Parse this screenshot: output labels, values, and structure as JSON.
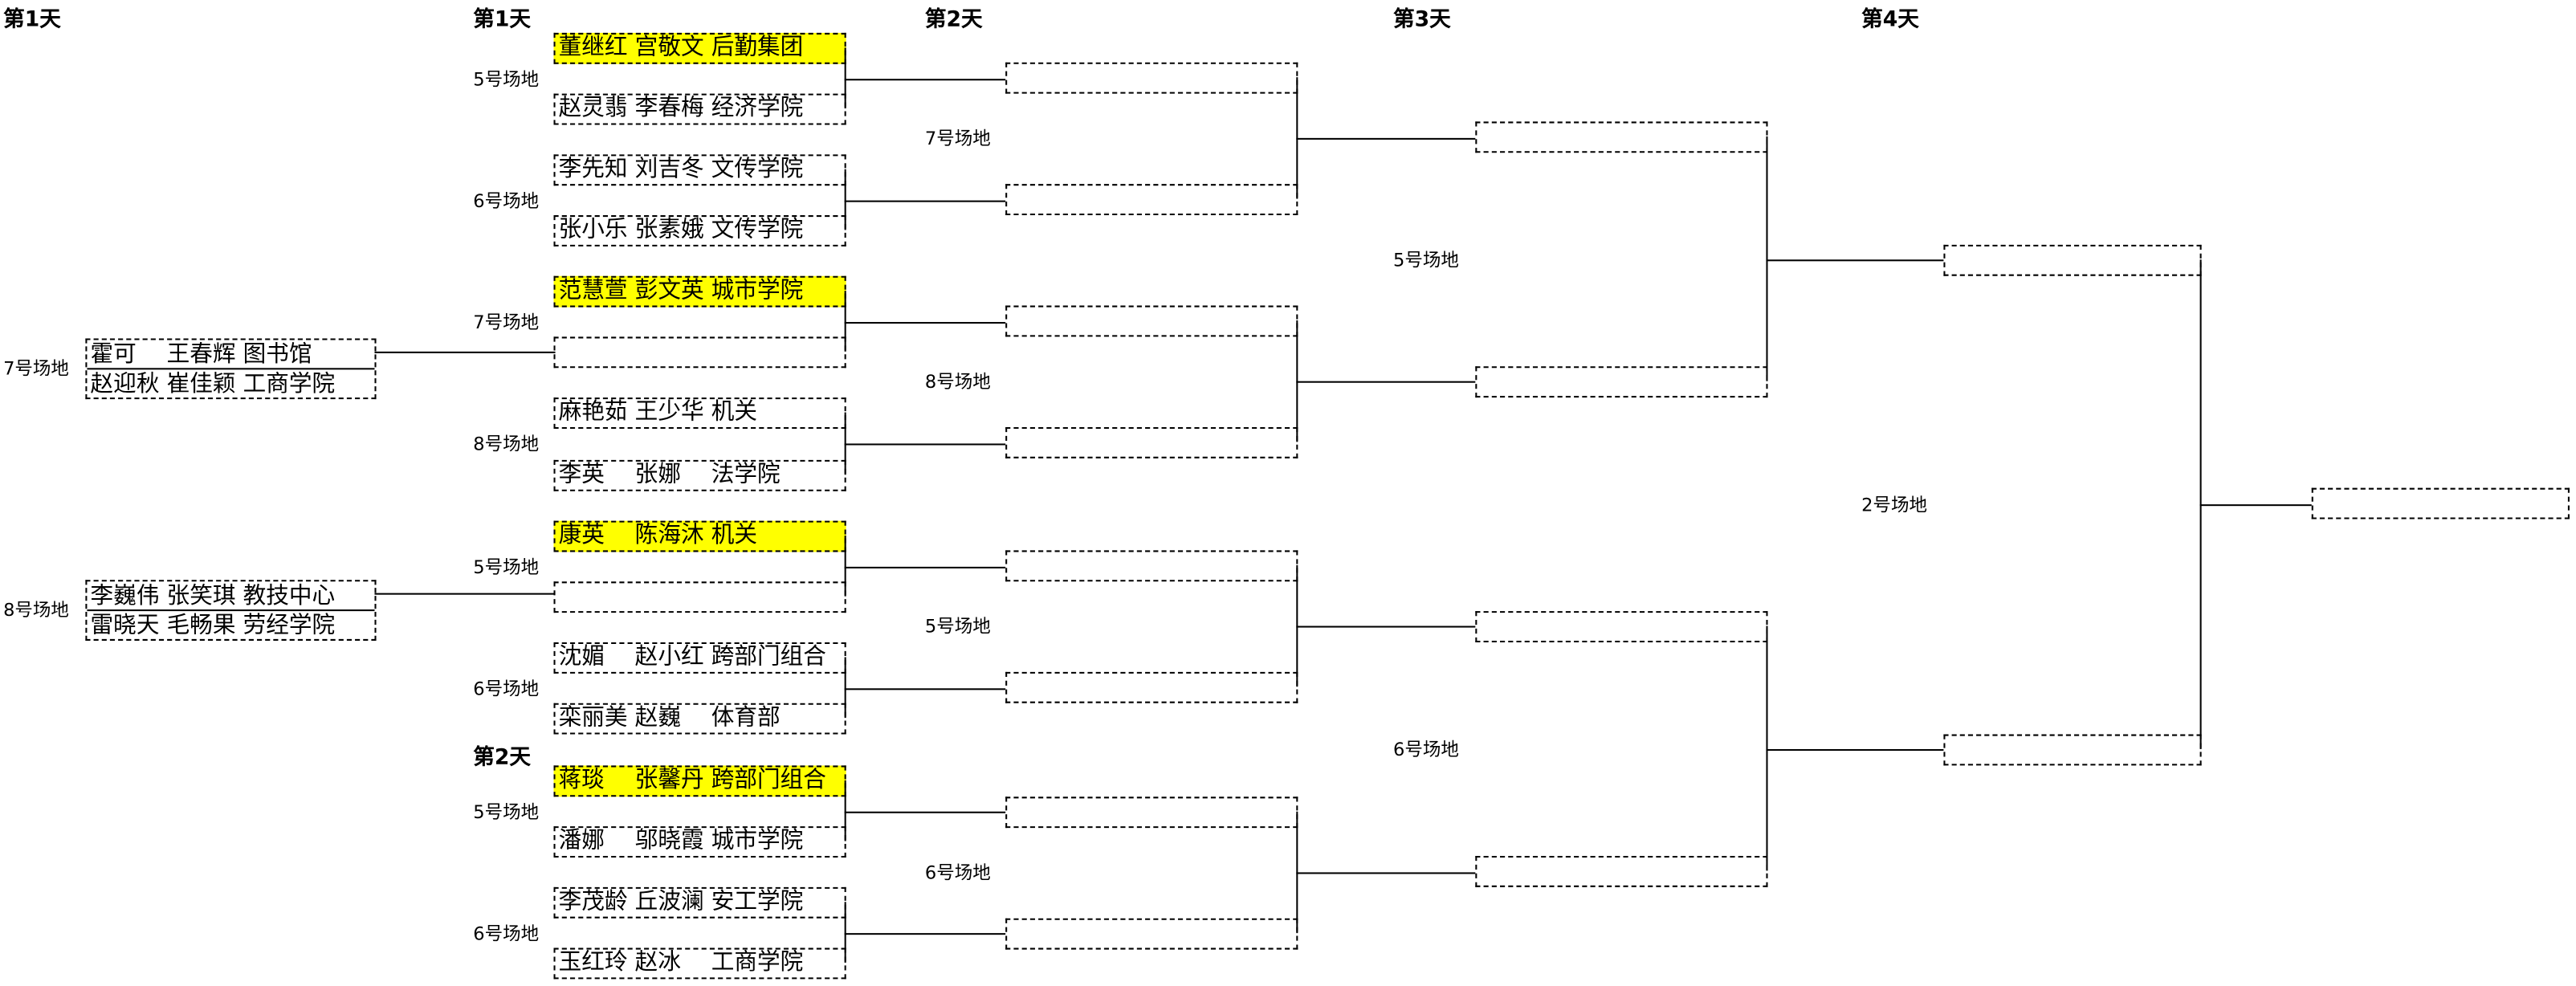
{
  "day_headers": [
    "第1天",
    "第1天",
    "第2天",
    "第3天",
    "第4天",
    "第2天"
  ],
  "round1": {
    "pairs": [
      {
        "venue": "7号场地",
        "players": [
          "霍可　 王春辉 图书馆",
          "赵迎秋 崔佳颖 工商学院"
        ]
      },
      {
        "venue": "8号场地",
        "players": [
          "李巍伟 张笑琪 教技中心",
          "雷晓天 毛畅果 劳经学院"
        ]
      }
    ]
  },
  "round2": {
    "venues": [
      "5号场地",
      "6号场地",
      "7号场地",
      "8号场地",
      "5号场地",
      "6号场地",
      "5号场地",
      "6号场地"
    ],
    "slots": [
      {
        "text": "董继红 宫敬文 后勤集团",
        "highlight": true
      },
      {
        "text": "赵灵翡 李春梅 经济学院",
        "highlight": false
      },
      {
        "text": "李先知 刘吉冬 文传学院",
        "highlight": false
      },
      {
        "text": "张小乐 张素娥 文传学院",
        "highlight": false
      },
      {
        "text": "范慧萱 彭文英 城市学院",
        "highlight": true
      },
      {
        "text": "",
        "highlight": false
      },
      {
        "text": "麻艳茹 王少华 机关",
        "highlight": false
      },
      {
        "text": "李英　 张娜　 法学院",
        "highlight": false
      },
      {
        "text": "康英　 陈海沐 机关",
        "highlight": true
      },
      {
        "text": "",
        "highlight": false
      },
      {
        "text": "沈媚　 赵小红 跨部门组合",
        "highlight": false
      },
      {
        "text": "栾丽美 赵巍　 体育部",
        "highlight": false
      },
      {
        "text": "蒋琰　 张馨丹 跨部门组合",
        "highlight": true
      },
      {
        "text": "潘娜　 邬晓霞 城市学院",
        "highlight": false
      },
      {
        "text": "李茂龄 丘波澜 安工学院",
        "highlight": false
      },
      {
        "text": "玉红玲 赵冰　 工商学院",
        "highlight": false
      }
    ]
  },
  "round3": {
    "venues": [
      "7号场地",
      "8号场地",
      "5号场地",
      "6号场地"
    ]
  },
  "round4": {
    "venues": [
      "5号场地",
      "6号场地"
    ]
  },
  "round5": {
    "venues": [
      "2号场地"
    ]
  }
}
